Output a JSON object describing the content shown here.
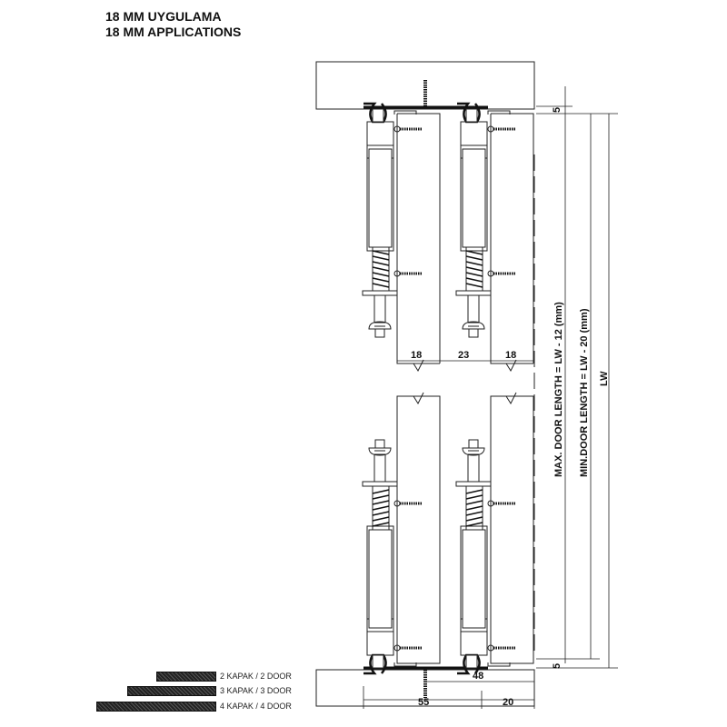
{
  "titles": {
    "line1": "18 MM UYGULAMA",
    "line2": "18 MM APPLICATIONS"
  },
  "dimensions": {
    "door_thickness_left": "18",
    "gap": "23",
    "door_thickness_right": "18",
    "top_gap": "5",
    "bottom_gap": "5",
    "bottom_48": "48",
    "bottom_55": "55",
    "bottom_20": "20"
  },
  "labels": {
    "max_length": "MAX. DOOR LENGTH = LW - 12 (mm)",
    "min_length": "MIN.DOOR LENGTH = LW - 20 (mm)",
    "lw": "LW"
  },
  "legend": [
    {
      "label": "2 KAPAK / 2 DOOR"
    },
    {
      "label": "3 KAPAK / 3 DOOR"
    },
    {
      "label": "4 KAPAK / 4 DOOR"
    }
  ]
}
